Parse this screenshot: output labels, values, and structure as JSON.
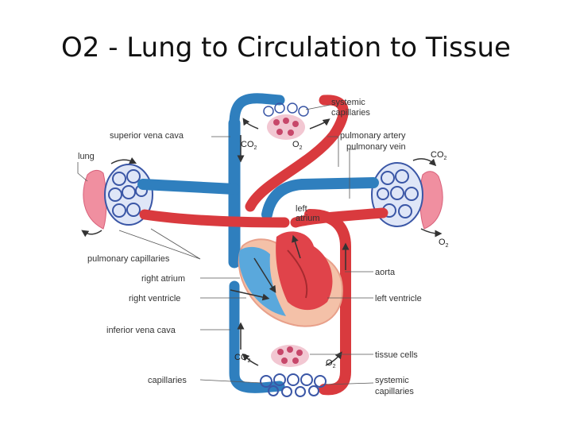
{
  "slide": {
    "title": "O2 - Lung to Circulation to Tissue"
  },
  "labels": {
    "systemic_capillaries_top": [
      "systemic",
      "capillaries"
    ],
    "superior_vena_cava": "superior vena cava",
    "lung": "lung",
    "pulmonary_artery": "pulmonary artery",
    "pulmonary_vein": "pulmonary vein",
    "left_atrium": [
      "left",
      "atrium"
    ],
    "pulmonary_capillaries": "pulmonary capillaries",
    "right_atrium": "right atrium",
    "right_ventricle": "right ventricle",
    "aorta": "aorta",
    "left_ventricle": "left ventricle",
    "inferior_vena_cava": "inferior vena cava",
    "tissue_cells": "tissue cells",
    "capillaries": "capillaries",
    "systemic_capillaries_bottom": [
      "systemic",
      "capillaries"
    ]
  },
  "gases": {
    "top_left": {
      "base": "CO",
      "sub": "2"
    },
    "top_right": {
      "base": "O",
      "sub": "2"
    },
    "right_top": {
      "base": "CO",
      "sub": "2"
    },
    "right_bottom": {
      "base": "O",
      "sub": "2"
    },
    "bottom_left": {
      "base": "CO",
      "sub": "2"
    },
    "bottom_right": {
      "base": "O",
      "sub": "2"
    }
  },
  "colors": {
    "oxygenated": "#d93a3e",
    "deoxygenated": "#2f7fbe",
    "lung_tissue": "#f08fa0",
    "heart_outline": "#f4c1a8",
    "tissue_cells": "#c7476a",
    "capillary_net": "#3a56a6"
  }
}
